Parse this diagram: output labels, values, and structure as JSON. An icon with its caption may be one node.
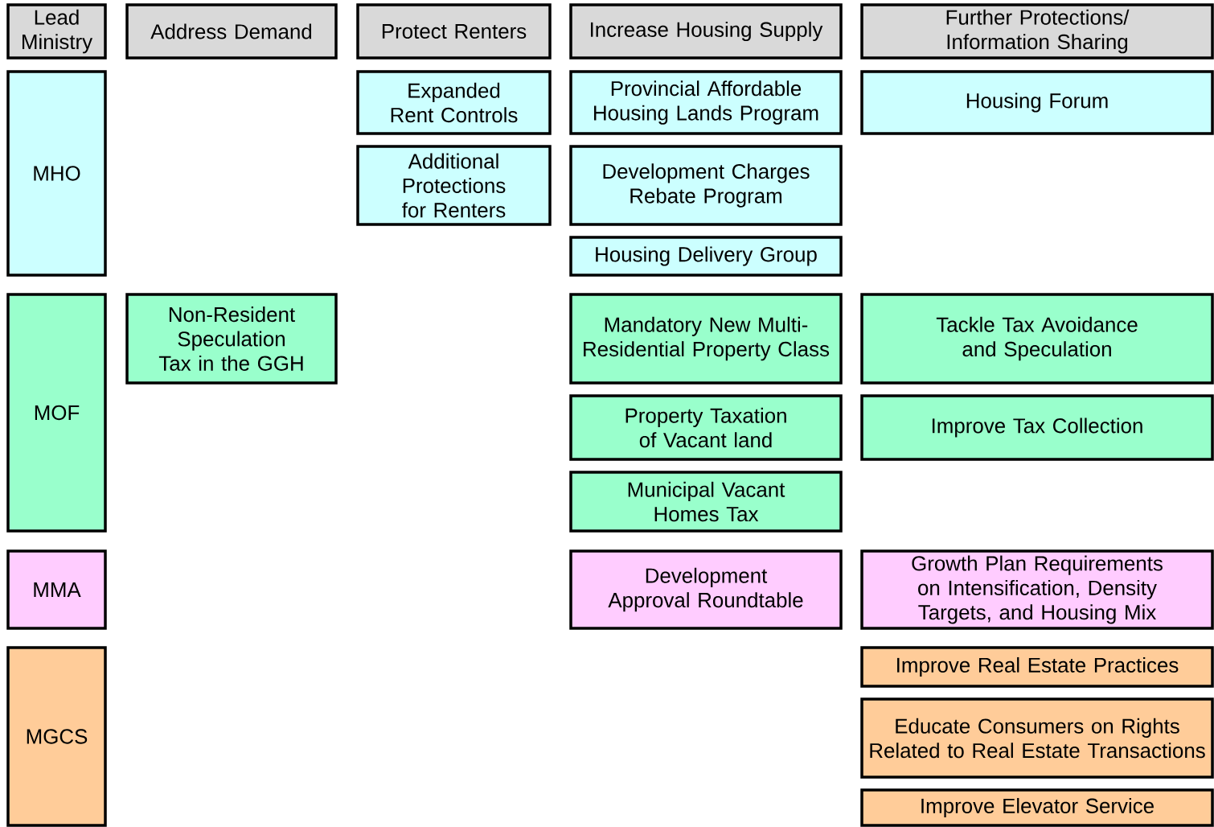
{
  "diagram": {
    "nodes": [
      {
        "text": [
          "Lead Ministry"
        ]
      },
      {
        "text": [
          "Address Demand"
        ]
      },
      {
        "text": [
          "Protect Renters"
        ]
      },
      {
        "text": [
          "Increase Housing Supply"
        ]
      },
      {
        "text": [
          "Further Protections/ Information Sharing"
        ]
      },
      {
        "text": [
          "MHO"
        ]
      },
      {
        "text": [
          "Expanded Rent Controls"
        ]
      },
      {
        "text": [
          "Provincial Affordable Housing Lands Program"
        ]
      },
      {
        "text": [
          "Housing Forum"
        ]
      },
      {
        "text": [
          "Additional Protections for Renters"
        ]
      },
      {
        "text": [
          "Development Charges Rebate Program"
        ]
      },
      {
        "text": [
          "Housing Delivery Group"
        ]
      },
      {
        "text": [
          "MOF"
        ]
      },
      {
        "text": [
          "Non-Resident Speculation Tax in the GGH"
        ]
      },
      {
        "text": [
          "Mandatory New Multi-Residential Property Class"
        ]
      },
      {
        "text": [
          "Tackle Tax Avoidance and Speculation"
        ]
      },
      {
        "text": [
          "Property Taxation of Vacant land"
        ]
      },
      {
        "text": [
          "Improve Tax Collection"
        ]
      },
      {
        "text": [
          "Municipal Vacant Homes Tax"
        ]
      },
      {
        "text": [
          "MMA"
        ]
      },
      {
        "text": [
          "Development Approval Roundtable"
        ]
      },
      {
        "text": [
          "Growth Plan Requirements on Intensification, Density Targets, and Housing Mix"
        ]
      },
      {
        "text": [
          "MGCS"
        ]
      },
      {
        "text": [
          "Improve Real Estate Practices"
        ]
      },
      {
        "text": [
          "Educate Consumers on Rights Related to Real Estate Transactions"
        ]
      },
      {
        "text": [
          "Improve Elevator Service"
        ]
      }
    ]
  }
}
